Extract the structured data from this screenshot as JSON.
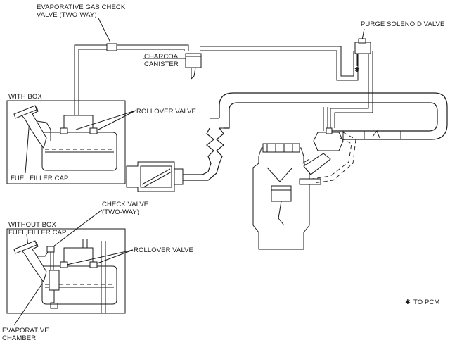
{
  "labels": {
    "evap_gas_check_valve_line1": "EVAPORATIVE GAS CHECK",
    "evap_gas_check_valve_line2": "VALVE (TWO-WAY)",
    "purge_solenoid_valve": "PURGE SOLENOID VALVE",
    "charcoal_canister_line1": "CHARCOAL",
    "charcoal_canister_line2": "CANISTER",
    "with_box": "WITH BOX",
    "rollover_valve_top": "ROLLOVER VALVE",
    "fuel_filler_cap_top": "FUEL FILLER CAP",
    "check_valve_line1": "CHECK VALVE",
    "check_valve_line2": "(TWO-WAY)",
    "without_box": "WITHOUT BOX",
    "fuel_filler_cap_bottom": "FUEL FILLER CAP",
    "rollover_valve_bottom": "ROLLOVER VALVE",
    "evap_chamber_line1": "EVAPORATIVE",
    "evap_chamber_line2": "CHAMBER",
    "to_pcm_note": "TO PCM",
    "pcm_marker": "✱"
  }
}
